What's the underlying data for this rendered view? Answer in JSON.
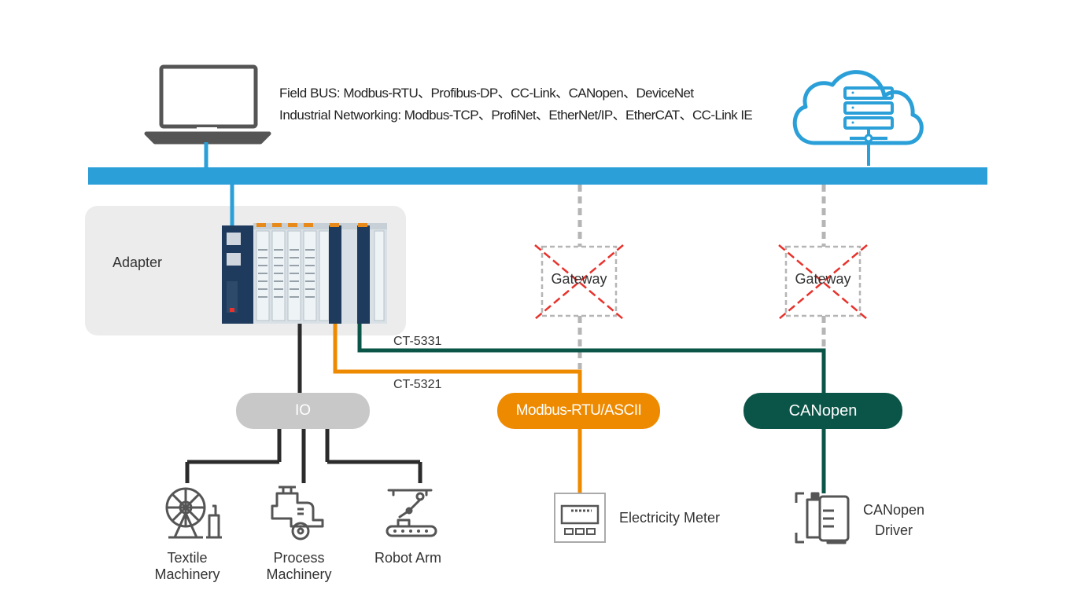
{
  "protocols": {
    "fieldbus_key": "Field BUS:",
    "fieldbus_list": "Modbus-RTU、Profibus-DP、CC-Link、CANopen、DeviceNet",
    "networking_key": "Industrial Networking:",
    "networking_list": "Modbus-TCP、ProfiNet、EtherNet/IP、EtherCAT、CC-Link IE"
  },
  "adapter_label": "Adapter",
  "gateways": [
    "Gateway",
    "Gateway"
  ],
  "links": [
    "CT-5331",
    "CT-5321"
  ],
  "buses": {
    "io": "IO",
    "modbus": "Modbus-RTU/ASCII",
    "canopen": "CANopen"
  },
  "devices": {
    "textile_line1": "Textile",
    "textile_line2": "Machinery",
    "process_line1": "Process",
    "process_line2": "Machinery",
    "robot": "Robot Arm",
    "meter": "Electricity Meter",
    "driver_line1": "CANopen",
    "driver_line2": "Driver"
  },
  "colors": {
    "network_bus": "#2a9fd8",
    "io_line": "#2b2b2b",
    "modbus": "#ee8a00",
    "canopen": "#0b5548",
    "io_pill": "#c8c8c8",
    "gateway_cross": "#e8322c",
    "dashed": "#b5b5b5",
    "adapter_panel": "#ececec"
  },
  "icons": [
    "laptop-icon",
    "cloud-server-icon",
    "textile-machinery-icon",
    "process-machinery-icon",
    "robot-arm-icon",
    "electricity-meter-icon",
    "motor-driver-icon"
  ]
}
